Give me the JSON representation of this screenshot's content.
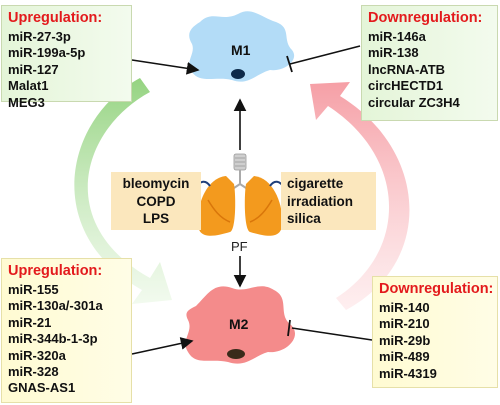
{
  "cells": {
    "m1": {
      "label": "M1",
      "color": "#b3dcf7"
    },
    "m2": {
      "label": "M2",
      "color": "#f48b8b"
    }
  },
  "center": {
    "label": "PF",
    "icon": "lung-icon"
  },
  "stimuli": {
    "left": [
      "bleomycin",
      "COPD",
      "LPS"
    ],
    "right": [
      "cigarette",
      "irradiation",
      "silica"
    ]
  },
  "m1_up": {
    "title": "Upregulation:",
    "items": [
      "miR-27-3p",
      "miR-199a-5p",
      "miR-127",
      "Malat1",
      "MEG3"
    ]
  },
  "m1_down": {
    "title": "Downregulation:",
    "items": [
      "miR-146a",
      "miR-138",
      "lncRNA-ATB",
      "circHECTD1",
      "circular ZC3H4"
    ]
  },
  "m2_up": {
    "title": "Upregulation:",
    "items": [
      "miR-155",
      "miR-130a/-301a",
      "miR-21",
      "miR-344b-1-3p",
      "miR-320a",
      "miR-328",
      "GNAS-AS1"
    ]
  },
  "m2_down": {
    "title": "Downregulation:",
    "items": [
      "miR-140",
      "miR-210",
      "miR-29b",
      "miR-489",
      "miR-4319"
    ]
  },
  "colors": {
    "header_red": "#e31a1c",
    "green_arrow": "#9ed88a",
    "pink_arrow": "#f7a3a8"
  }
}
